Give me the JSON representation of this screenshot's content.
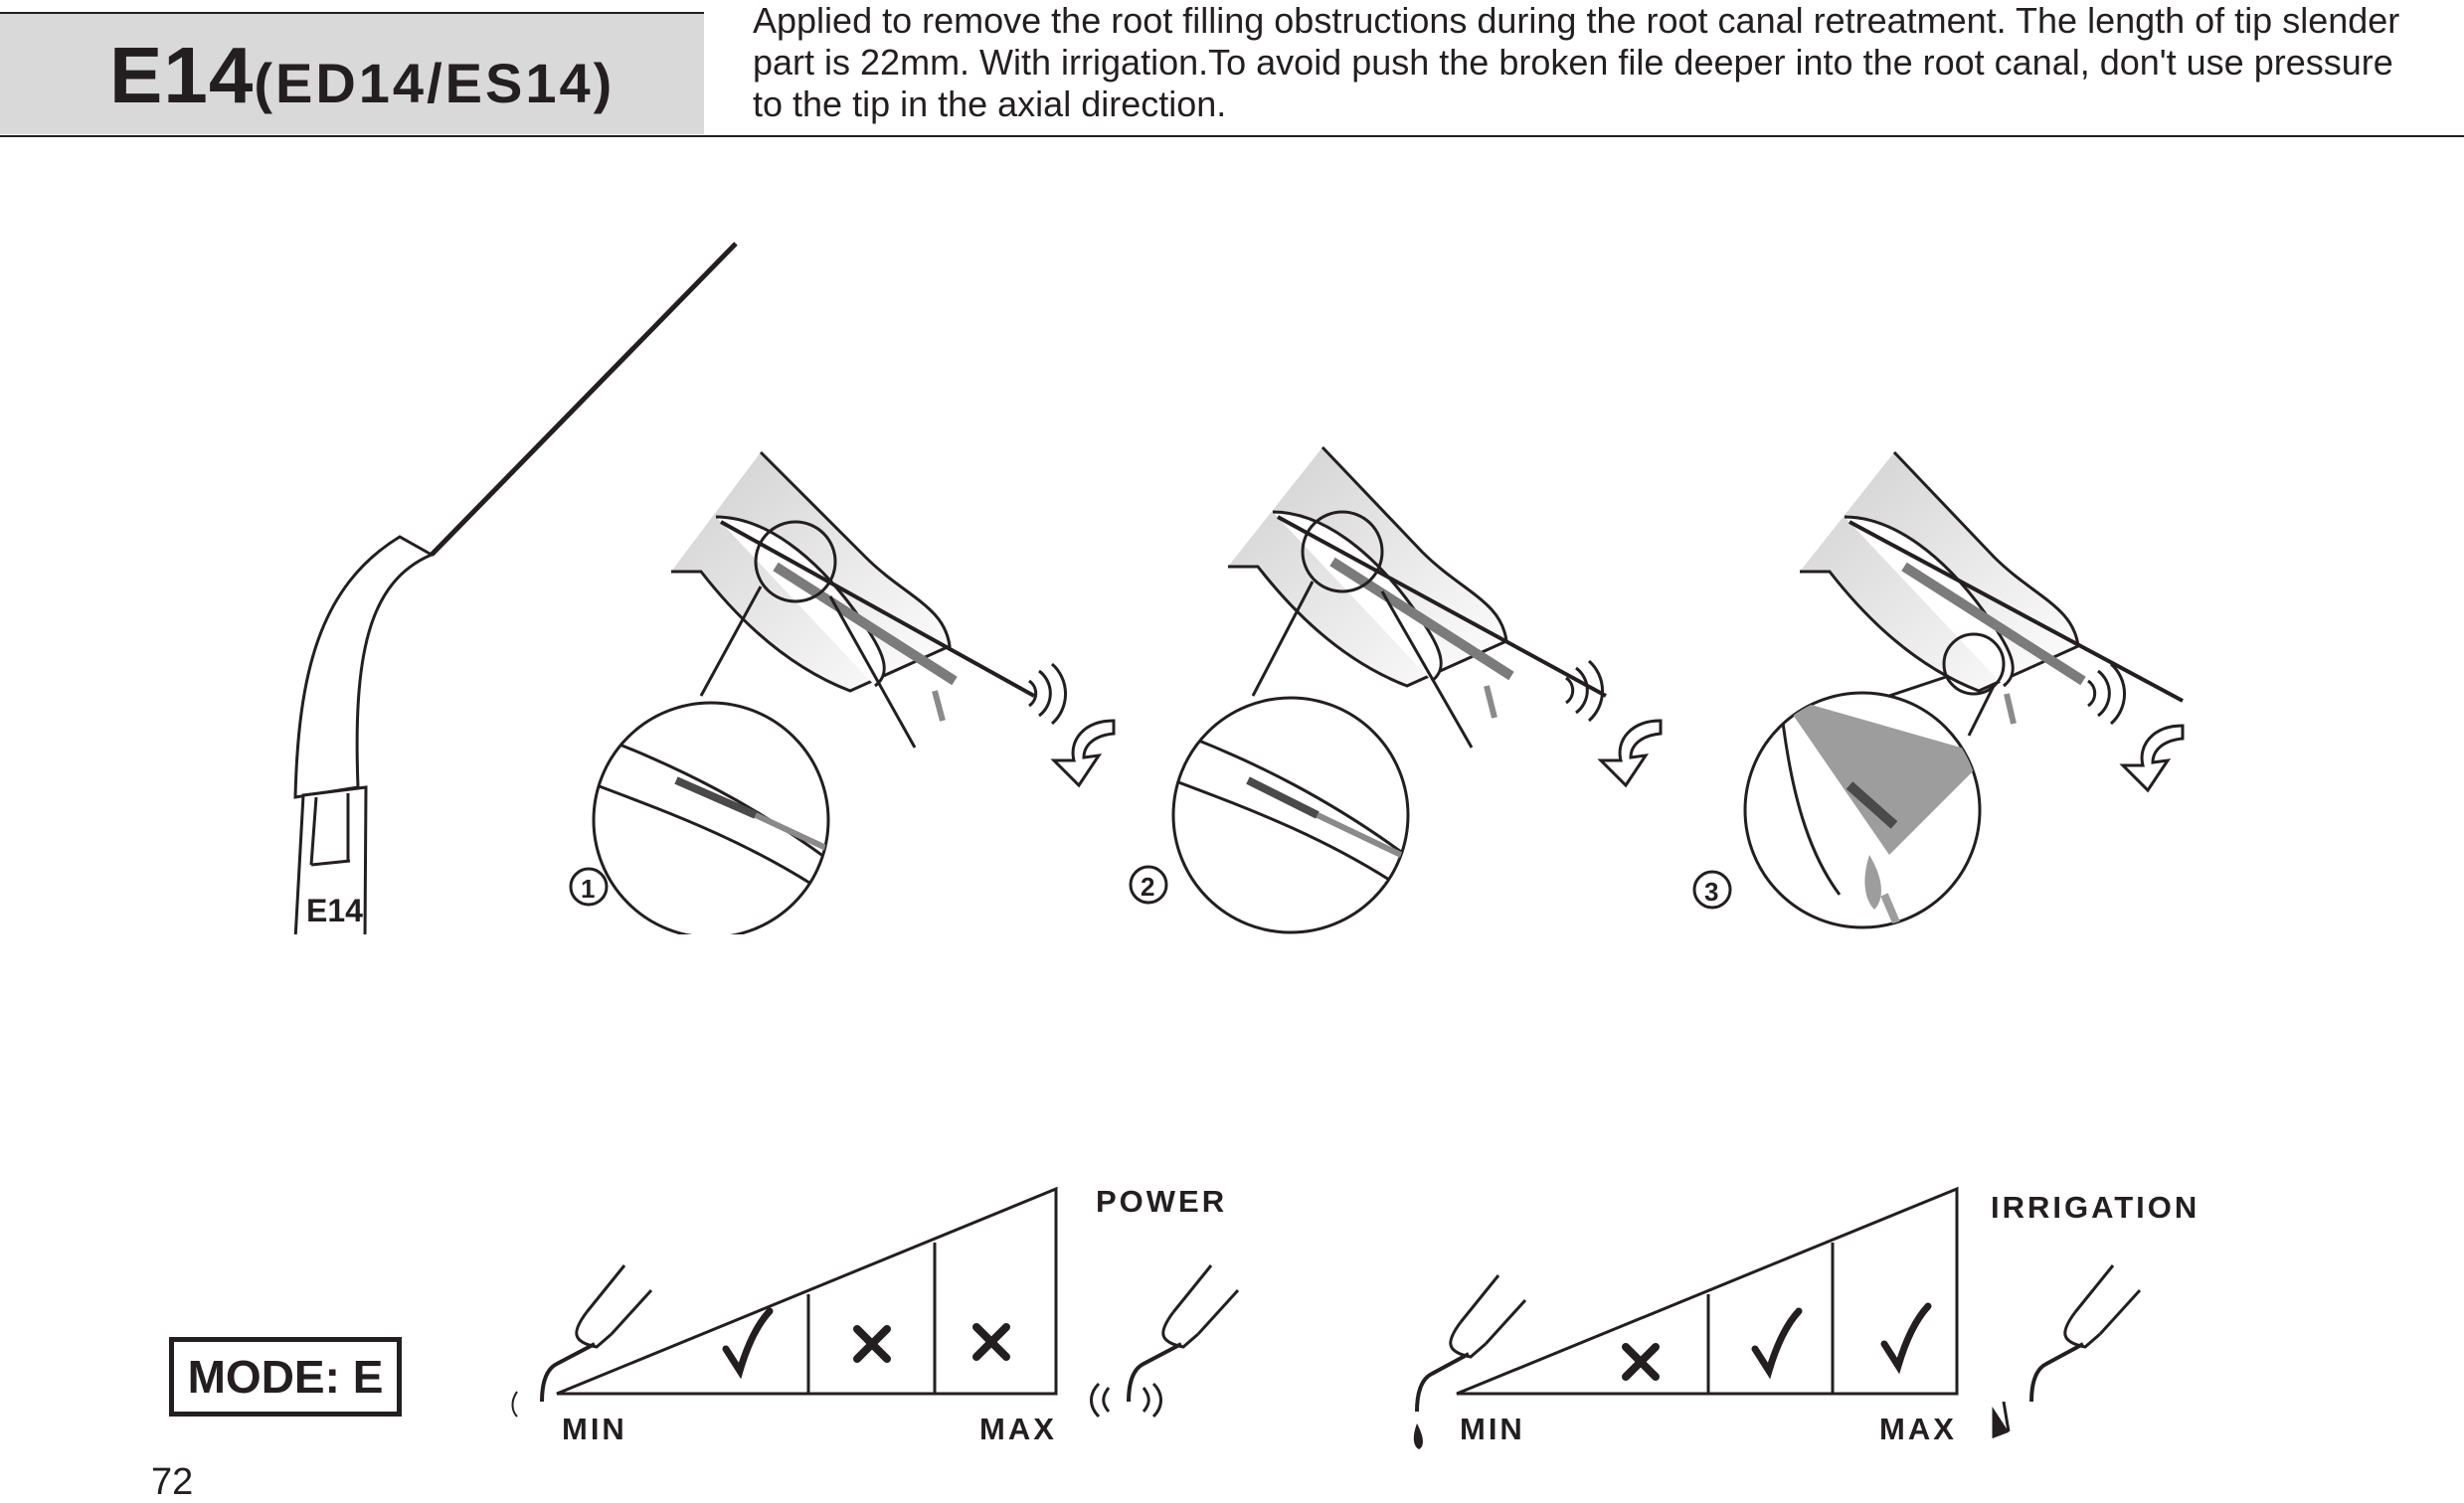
{
  "header": {
    "model": "E14",
    "variants": "(ED14/ES14)",
    "description": "Applied to remove the root filling obstructions during the root canal retreatment. The length of tip slender part is 22mm. With irrigation.To avoid push the broken file deeper into the root canal, don't use pressure to the tip in the axial direction."
  },
  "tip_label": "E14",
  "steps": [
    "1",
    "2",
    "3"
  ],
  "mode_label": "MODE: E",
  "power_scale": {
    "title": "POWER",
    "min": "MIN",
    "max": "MAX",
    "cells": [
      "check",
      "cross",
      "cross"
    ]
  },
  "irrigation_scale": {
    "title": "IRRIGATION",
    "min": "MIN",
    "max": "MAX",
    "cells": [
      "cross",
      "check",
      "check"
    ]
  },
  "page_number": "72",
  "colors": {
    "ink": "#231f20",
    "title_band": "#d9d9d9",
    "shade": "#9d9d9d"
  }
}
